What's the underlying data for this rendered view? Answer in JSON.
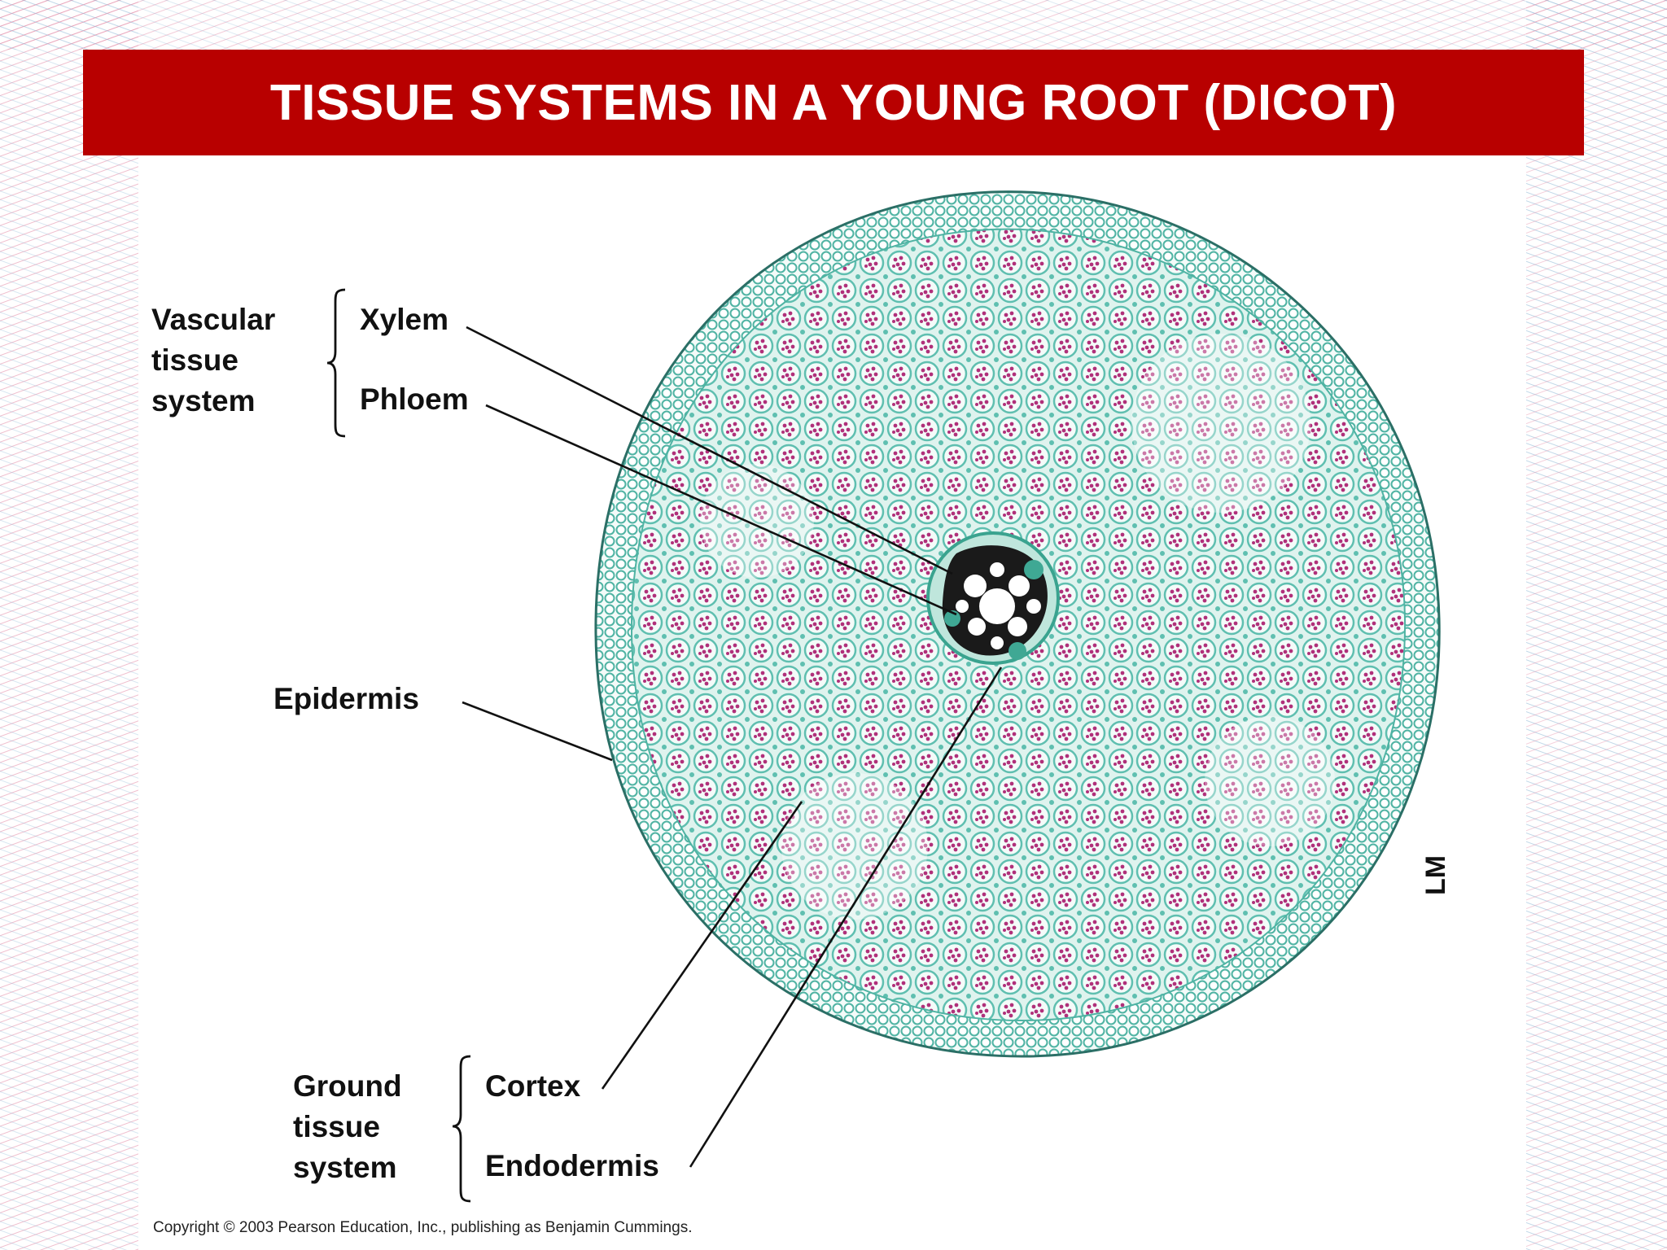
{
  "title": "TISSUE SYSTEMS IN A YOUNG ROOT (DICOT)",
  "labels": {
    "vascular_group": [
      "Vascular",
      "tissue",
      "system"
    ],
    "xylem": "Xylem",
    "phloem": "Phloem",
    "epidermis": "Epidermis",
    "ground_group": [
      "Ground",
      "tissue",
      "system"
    ],
    "cortex": "Cortex",
    "endodermis": "Endodermis"
  },
  "micrograph_tag": "LM",
  "copyright": "Copyright © 2003 Pearson Education, Inc., publishing as Benjamin Cummings.",
  "colors": {
    "title_bar": "#b80000",
    "cell_wall": "#5fbfb0",
    "cell_fill": "#e8f6f2",
    "stain": "#b0307a",
    "stele": "#1a1a1a"
  }
}
